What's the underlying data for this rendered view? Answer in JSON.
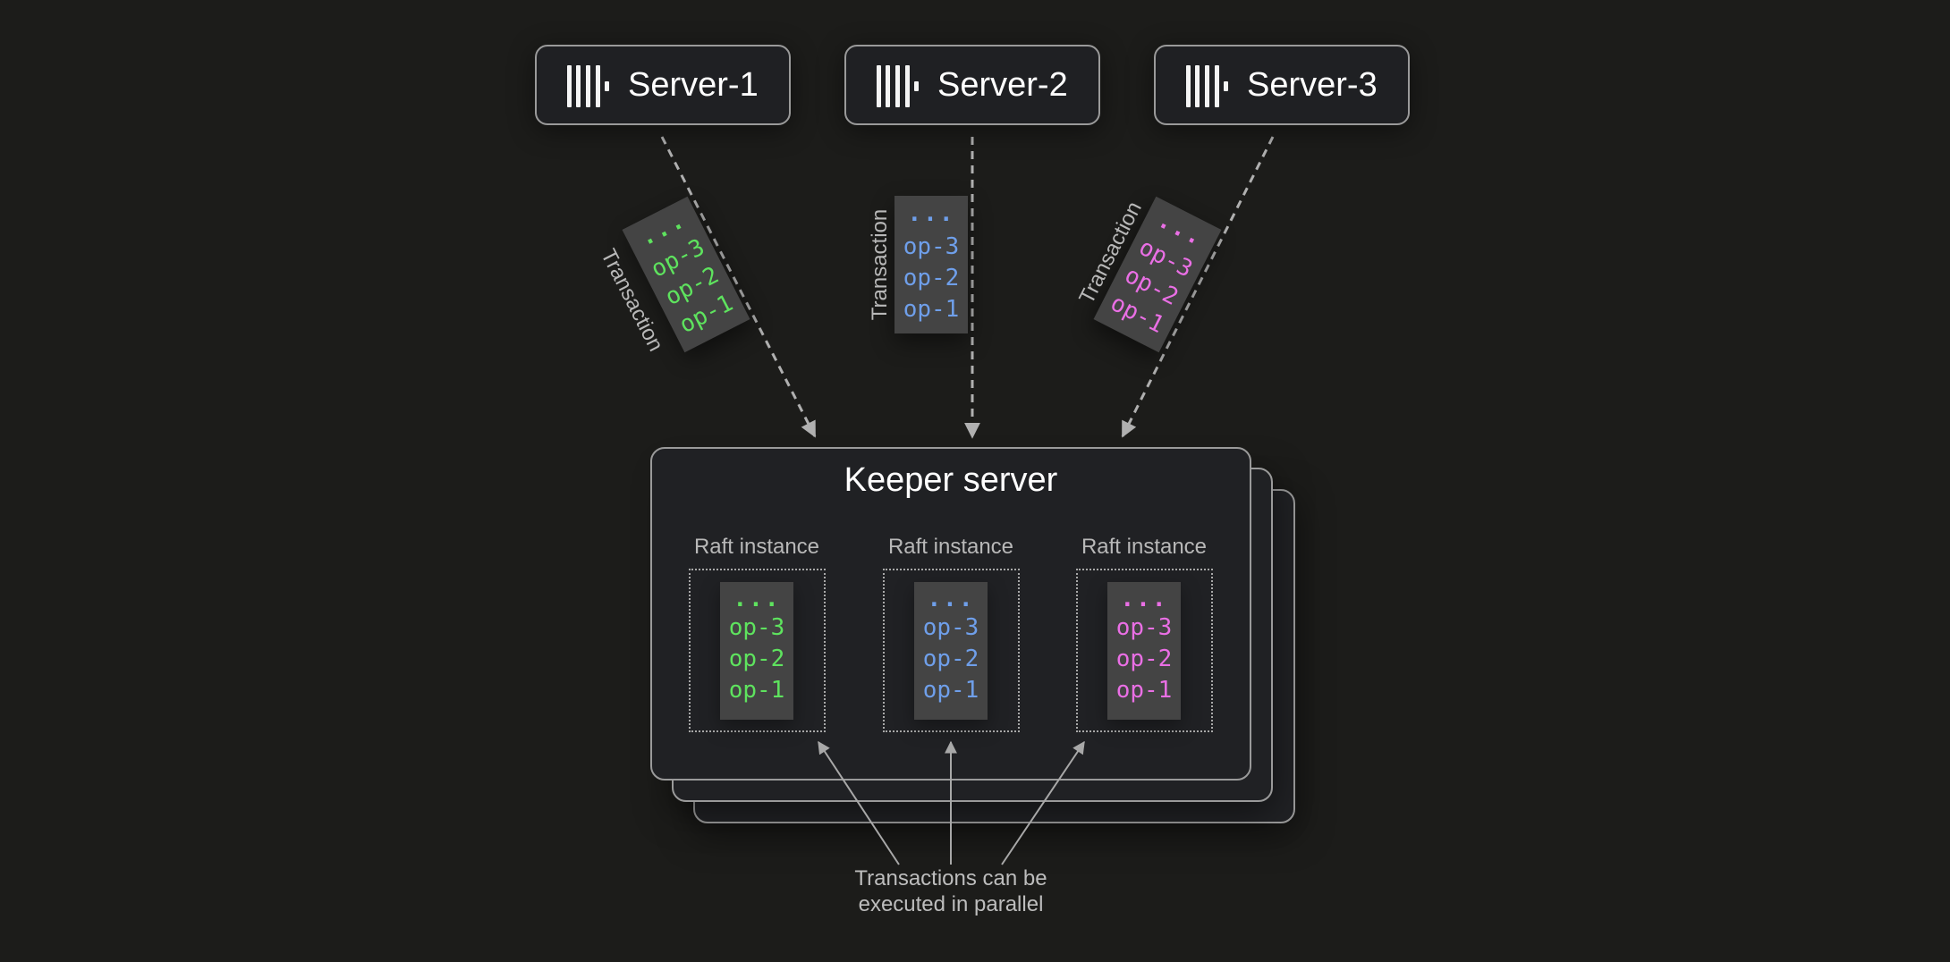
{
  "colors": {
    "background": "#1c1c1a",
    "card": "#202124",
    "border": "#9a9a9a",
    "op_panel": "#444444",
    "text_primary": "#ffffff",
    "text_secondary": "#b8b8b8",
    "green": "#5ee35e",
    "blue": "#6f9fea",
    "pink": "#ea6fe5"
  },
  "servers": [
    {
      "label": "Server-1",
      "icon": "clickhouse-logo-icon"
    },
    {
      "label": "Server-2",
      "icon": "clickhouse-logo-icon"
    },
    {
      "label": "Server-3",
      "icon": "clickhouse-logo-icon"
    }
  ],
  "transactions": [
    {
      "label": "Transaction",
      "dots": "...",
      "ops": [
        "op-3",
        "op-2",
        "op-1"
      ],
      "color": "#5ee35e"
    },
    {
      "label": "Transaction",
      "dots": "...",
      "ops": [
        "op-3",
        "op-2",
        "op-1"
      ],
      "color": "#6f9fea"
    },
    {
      "label": "Transaction",
      "dots": "...",
      "ops": [
        "op-3",
        "op-2",
        "op-1"
      ],
      "color": "#ea6fe5"
    }
  ],
  "keeper": {
    "title": "Keeper server",
    "raft_instances": [
      {
        "label": "Raft instance",
        "dots": "...",
        "ops": [
          "op-3",
          "op-2",
          "op-1"
        ],
        "color": "#5ee35e"
      },
      {
        "label": "Raft instance",
        "dots": "...",
        "ops": [
          "op-3",
          "op-2",
          "op-1"
        ],
        "color": "#6f9fea"
      },
      {
        "label": "Raft instance",
        "dots": "...",
        "ops": [
          "op-3",
          "op-2",
          "op-1"
        ],
        "color": "#ea6fe5"
      }
    ]
  },
  "caption": {
    "line1": "Transactions can be",
    "line2": "executed in parallel"
  }
}
